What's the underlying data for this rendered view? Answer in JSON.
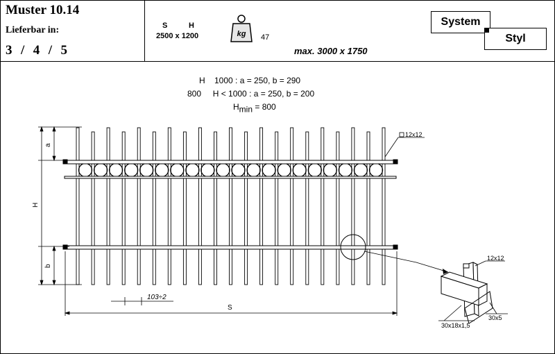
{
  "header": {
    "model": "Muster 10.14",
    "availability_label": "Lieferbar in:",
    "availability_values": "3  /  4  /  5",
    "s_label": "S",
    "h_label": "H",
    "dimensions": "2500 x 1200",
    "weight_unit": "kg",
    "weight": "47",
    "max_dimensions": "max. 3000 x 1750"
  },
  "brand": {
    "system": "System",
    "styl": "Styl"
  },
  "formulas": {
    "line1": "H    1000 : a = 250, b = 290",
    "line2": "800     H < 1000 : a = 250, b = 200",
    "line3_main": "H",
    "line3_sub": "min",
    "line3_rest": " = 800"
  },
  "drawing": {
    "label_a": "a",
    "label_b": "b",
    "label_H": "H",
    "label_S": "S",
    "bar_profile": "12x12",
    "spacing": "103÷2",
    "detail_bar": "12x12",
    "detail_rail": "30x18x1,5",
    "detail_flat": "30x5",
    "bar_count": 21,
    "ring_count": 20
  }
}
